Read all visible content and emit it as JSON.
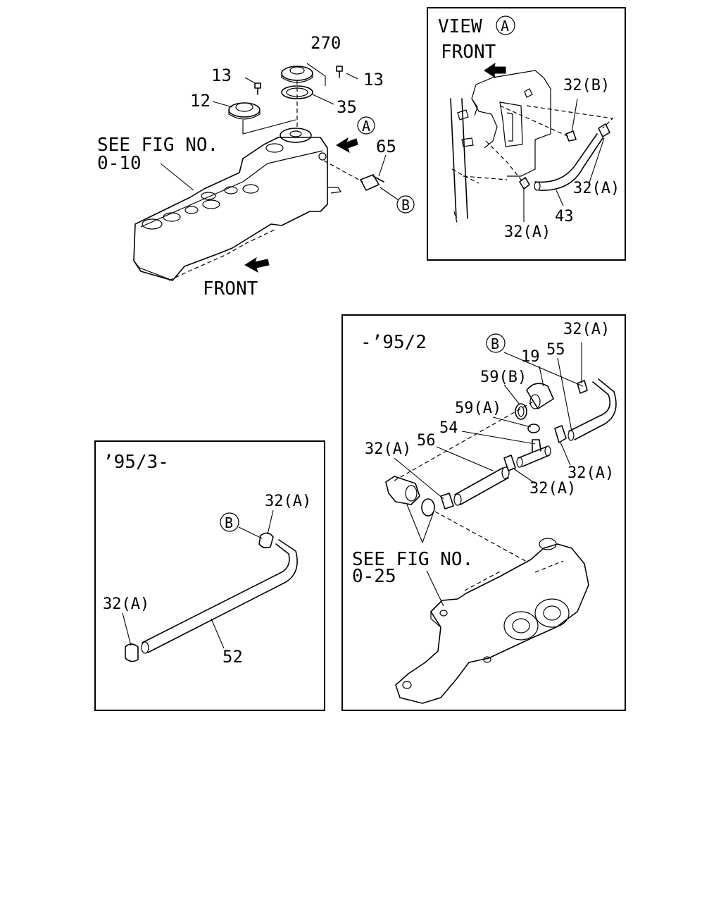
{
  "labels": {
    "p270": "270",
    "p13a": "13",
    "p13b": "13",
    "p12": "12",
    "p35": "35",
    "p65": "65",
    "see_fig_1": "SEE FIG NO.",
    "see_fig_1_num": "0-10",
    "front_main": "FRONT",
    "callout_a_main": "A",
    "callout_b_main": "B"
  },
  "view_a": {
    "title": "VIEW",
    "title_callout": "A",
    "front": "FRONT",
    "p32b": "32(B)",
    "p32a_1": "32(A)",
    "p32a_2": "32(A)",
    "p43": "43"
  },
  "box_early": {
    "title": "-’95/2",
    "callout_b": "B",
    "p19": "19",
    "p32a_top": "32(A)",
    "p55": "55",
    "p59b": "59(B)",
    "p59a": "59(A)",
    "p54": "54",
    "p56": "56",
    "p32a_left": "32(A)",
    "p32a_right": "32(A)",
    "p32a_mid": "32(A)",
    "see_fig": "SEE FIG NO.",
    "see_fig_num": "0-25"
  },
  "box_late": {
    "title": "’95/3-",
    "callout_b": "B",
    "p32a_top": "32(A)",
    "p32a_left": "32(A)",
    "p52": "52"
  }
}
